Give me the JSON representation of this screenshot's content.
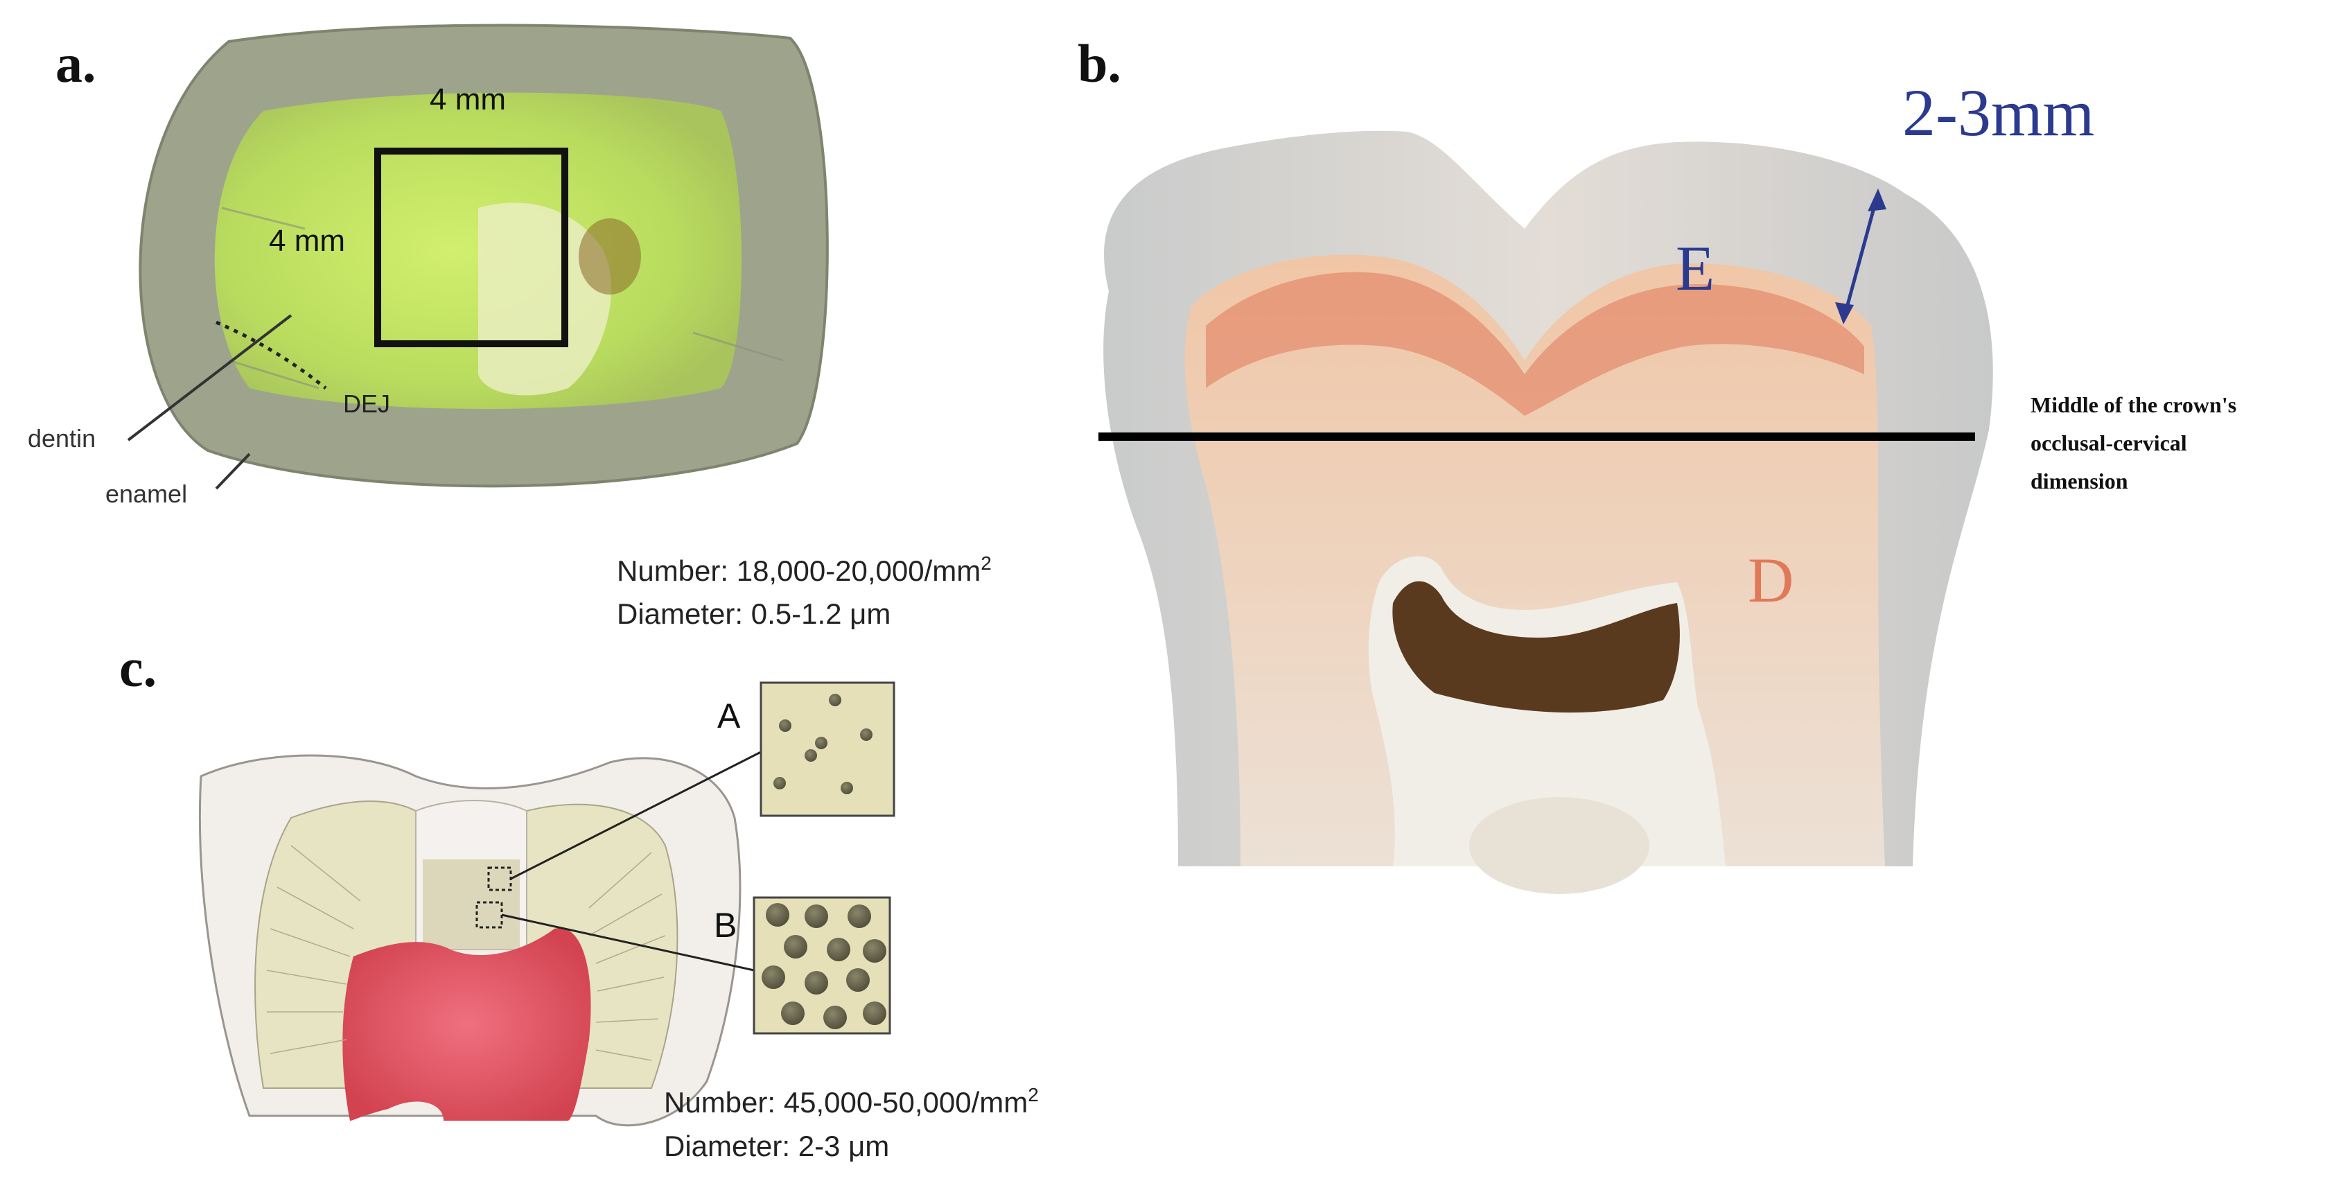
{
  "panels": {
    "a": {
      "label": "a.",
      "dim_top": "4 mm",
      "dim_left": "4 mm",
      "dej_label": "DEJ",
      "dentin_label": "dentin",
      "enamel_label": "enamel"
    },
    "b": {
      "label": "b.",
      "thickness_label": "2-3mm",
      "enamel_letter": "E",
      "dentin_letter": "D",
      "line_caption": [
        "Middle of the crown's",
        "occlusal-cervical",
        "dimension"
      ]
    },
    "c": {
      "label": "c.",
      "box_a_label": "A",
      "box_b_label": "B",
      "top_stats": {
        "number_prefix": "Number: 18,000-20,000/mm",
        "number_sup": "2",
        "diameter": "Diameter: 0.5-1.2 μm"
      },
      "bottom_stats": {
        "number_prefix": "Number: 45,000-50,000/mm",
        "number_sup": "2",
        "diameter": "Diameter: 2-3 μm"
      }
    }
  },
  "colors": {
    "enamel_gray": "#9aa08a",
    "dentin_green": "#c7e86a",
    "crown_enamel": "#d9d7d2",
    "crown_dentin": "#efe6da",
    "pulp_brown": "#5a3a1e",
    "pulp_red": "#d94a5c",
    "tubule_bg": "#e6e0b8",
    "annotation_blue": "#2b3a8f",
    "dentin_orange": "#e0795a"
  }
}
